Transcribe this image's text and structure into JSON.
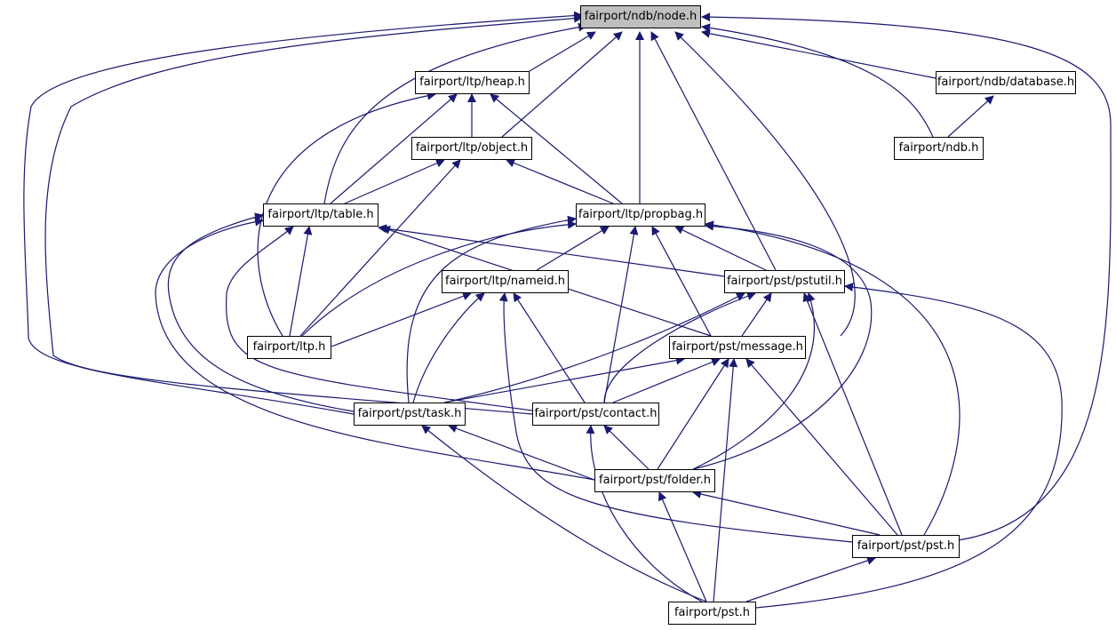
{
  "graph": {
    "edge_color": "#191970",
    "root_fill": "#bfbfbf",
    "nodes": {
      "node": "fairport/ndb/node.h",
      "heap": "fairport/ltp/heap.h",
      "database": "fairport/ndb/database.h",
      "object": "fairport/ltp/object.h",
      "ndb": "fairport/ndb.h",
      "table": "fairport/ltp/table.h",
      "propbag": "fairport/ltp/propbag.h",
      "nameid": "fairport/ltp/nameid.h",
      "pstutil": "fairport/pst/pstutil.h",
      "ltp": "fairport/ltp.h",
      "message": "fairport/pst/message.h",
      "task": "fairport/pst/task.h",
      "contact": "fairport/pst/contact.h",
      "folder": "fairport/pst/folder.h",
      "pst": "fairport/pst/pst.h",
      "psth": "fairport/pst.h"
    }
  }
}
